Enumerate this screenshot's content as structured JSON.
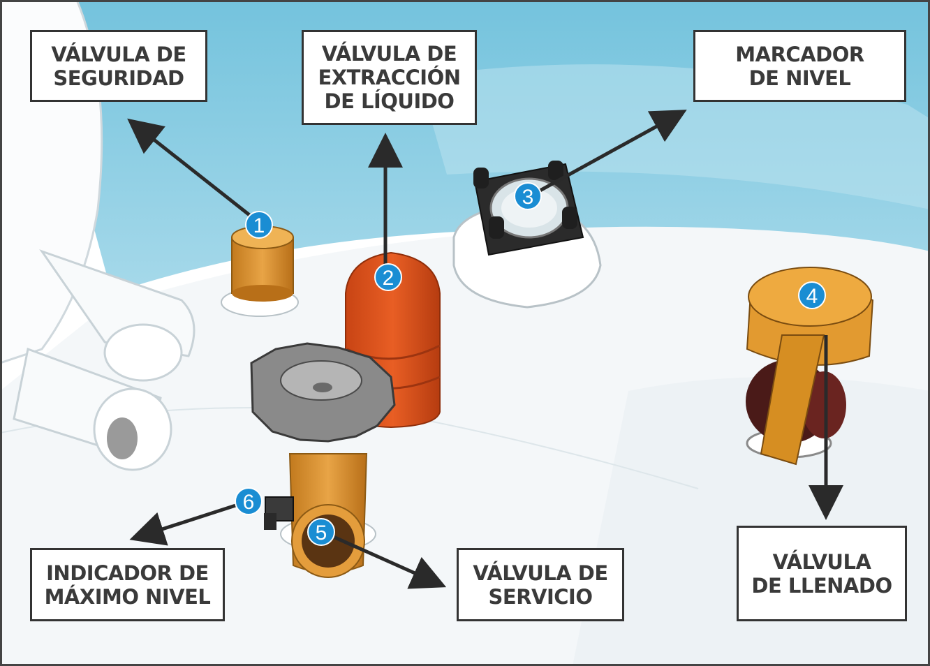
{
  "labels": {
    "safety_valve": "VÁLVULA DE\nSEGURIDAD",
    "liquid_extraction_valve": "VÁLVULA DE\nEXTRACCIÓN\nDE LÍQUIDO",
    "level_gauge": "MARCADOR\nDE NIVEL",
    "filling_valve": "VÁLVULA\nDE LLENADO",
    "service_valve": "VÁLVULA DE\nSERVICIO",
    "max_level_indicator": "INDICADOR DE\nMÁXIMO NIVEL"
  },
  "badges": [
    "1",
    "2",
    "3",
    "4",
    "5",
    "6"
  ],
  "colors": {
    "sky": "#8fcfe4",
    "tank": "#f3f6f8",
    "badge": "#1a8dd3",
    "brass": "#d9902c",
    "red_valve": "#e0541c",
    "gauge": "#2a2a2a",
    "handwheel": "#858585"
  }
}
